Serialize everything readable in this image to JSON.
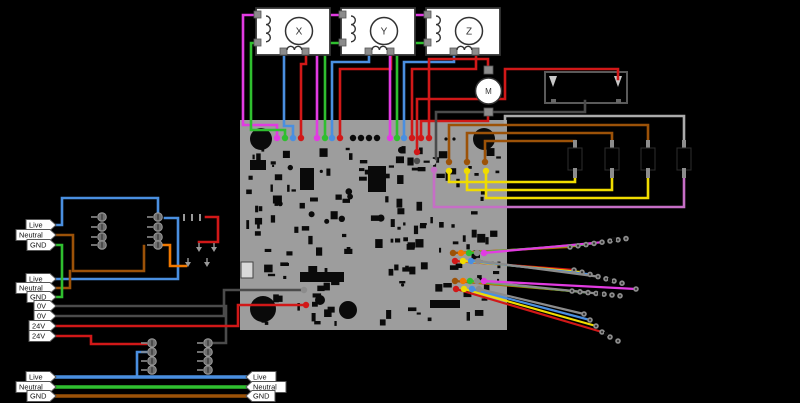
{
  "palette": {
    "background": "#000000",
    "magenta": "#E23BE2",
    "green": "#2FBF2F",
    "blue": "#4A8FE0",
    "red": "#D11818",
    "brown": "#9C5208",
    "orange": "#F07800",
    "yellow": "#F0DC00",
    "violet": "#C66EC6",
    "gray_light": "#ABABAB",
    "gray": "#8C8C8C",
    "gray_dark": "#4B4B4B",
    "pcb": "#9D9D9D",
    "label_bg": "#FFFFFF",
    "label_text": "#111111",
    "motor_body": "#FFFFFF",
    "motor_outline": "#333333"
  },
  "motors": {
    "steppers": [
      {
        "label": "X"
      },
      {
        "label": "Y"
      },
      {
        "label": "Z"
      }
    ],
    "dc_motor_label": "M"
  },
  "flag_labels": {
    "psu_ac": [
      "Live",
      "Neutral",
      "GND"
    ],
    "psu2_feed": [
      "Live",
      "Neutral",
      "GND"
    ],
    "dc_rails": [
      "0V",
      "0V",
      "24V",
      "24V"
    ],
    "mains_in": [
      "Live",
      "Neutral",
      "GND"
    ],
    "mains_out": [
      "Live",
      "Neutral",
      "GND"
    ]
  },
  "wire_semantics": {
    "stepper_phases": [
      "magenta",
      "green",
      "blue",
      "red"
    ],
    "endstop_pair": [
      "brown",
      "yellow"
    ],
    "probe_pair": [
      "gray_light",
      "violet"
    ],
    "heater_pair": [
      "red",
      "gray_dark"
    ],
    "dc_fan_pair": [
      "red",
      "red"
    ],
    "header_bundle_top_row": [
      "brown",
      "orange",
      "green",
      "gray",
      "magenta"
    ],
    "header_bundle_bottom_row": [
      "red",
      "yellow",
      "blue",
      "gray"
    ],
    "mains": {
      "live": "blue",
      "neutral": "brown",
      "earth": "green"
    },
    "dc_supply": {
      "v24": "red",
      "v0": "gray_dark"
    }
  }
}
